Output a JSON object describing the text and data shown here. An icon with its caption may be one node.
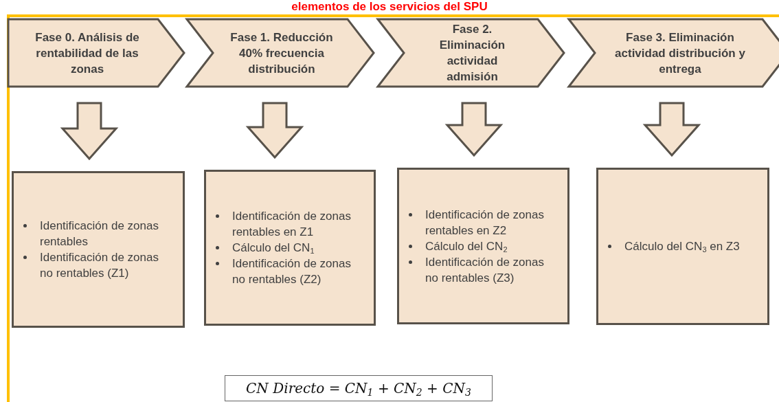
{
  "diagram": {
    "title": "elementos de los servicios del SPU",
    "nodes": [
      {
        "text": [
          "Fase 0. Análisis de rentabilidad de las zonas"
        ]
      },
      {
        "text": [
          "Fase 1. Reducción 40% frecuencia distribución"
        ]
      },
      {
        "text": [
          "Fase 2. Eliminación actividad admisión"
        ]
      },
      {
        "text": [
          "Fase 3. Eliminación actividad distribución y entrega"
        ]
      },
      {
        "text": [
          "Identificación de zonas rentables",
          "Identificación de zonas no rentables (Z1)"
        ]
      },
      {
        "text": [
          "Identificación de zonas rentables en Z1",
          "Cálculo del CN$_{1}$",
          "Identificación de zonas no rentables (Z2)"
        ]
      },
      {
        "text": [
          "Identificación de zonas rentables en Z2",
          "Cálculo del CN$_{2}$",
          "Identificación de zonas no rentables (Z3)"
        ]
      },
      {
        "text": [
          "Cálculo del CN$_{3}$ en Z3"
        ]
      },
      {
        "text": [
          "CN Directo = CN$_{1}$ + CN$_{2}$ + CN$_{3}$"
        ]
      }
    ],
    "edges": [
      {
        "from": 0,
        "to": 4,
        "arrow": "to"
      },
      {
        "from": 1,
        "to": 5,
        "arrow": "to"
      },
      {
        "from": 2,
        "to": 6,
        "arrow": "to"
      },
      {
        "from": 3,
        "to": 7,
        "arrow": "to"
      }
    ]
  }
}
